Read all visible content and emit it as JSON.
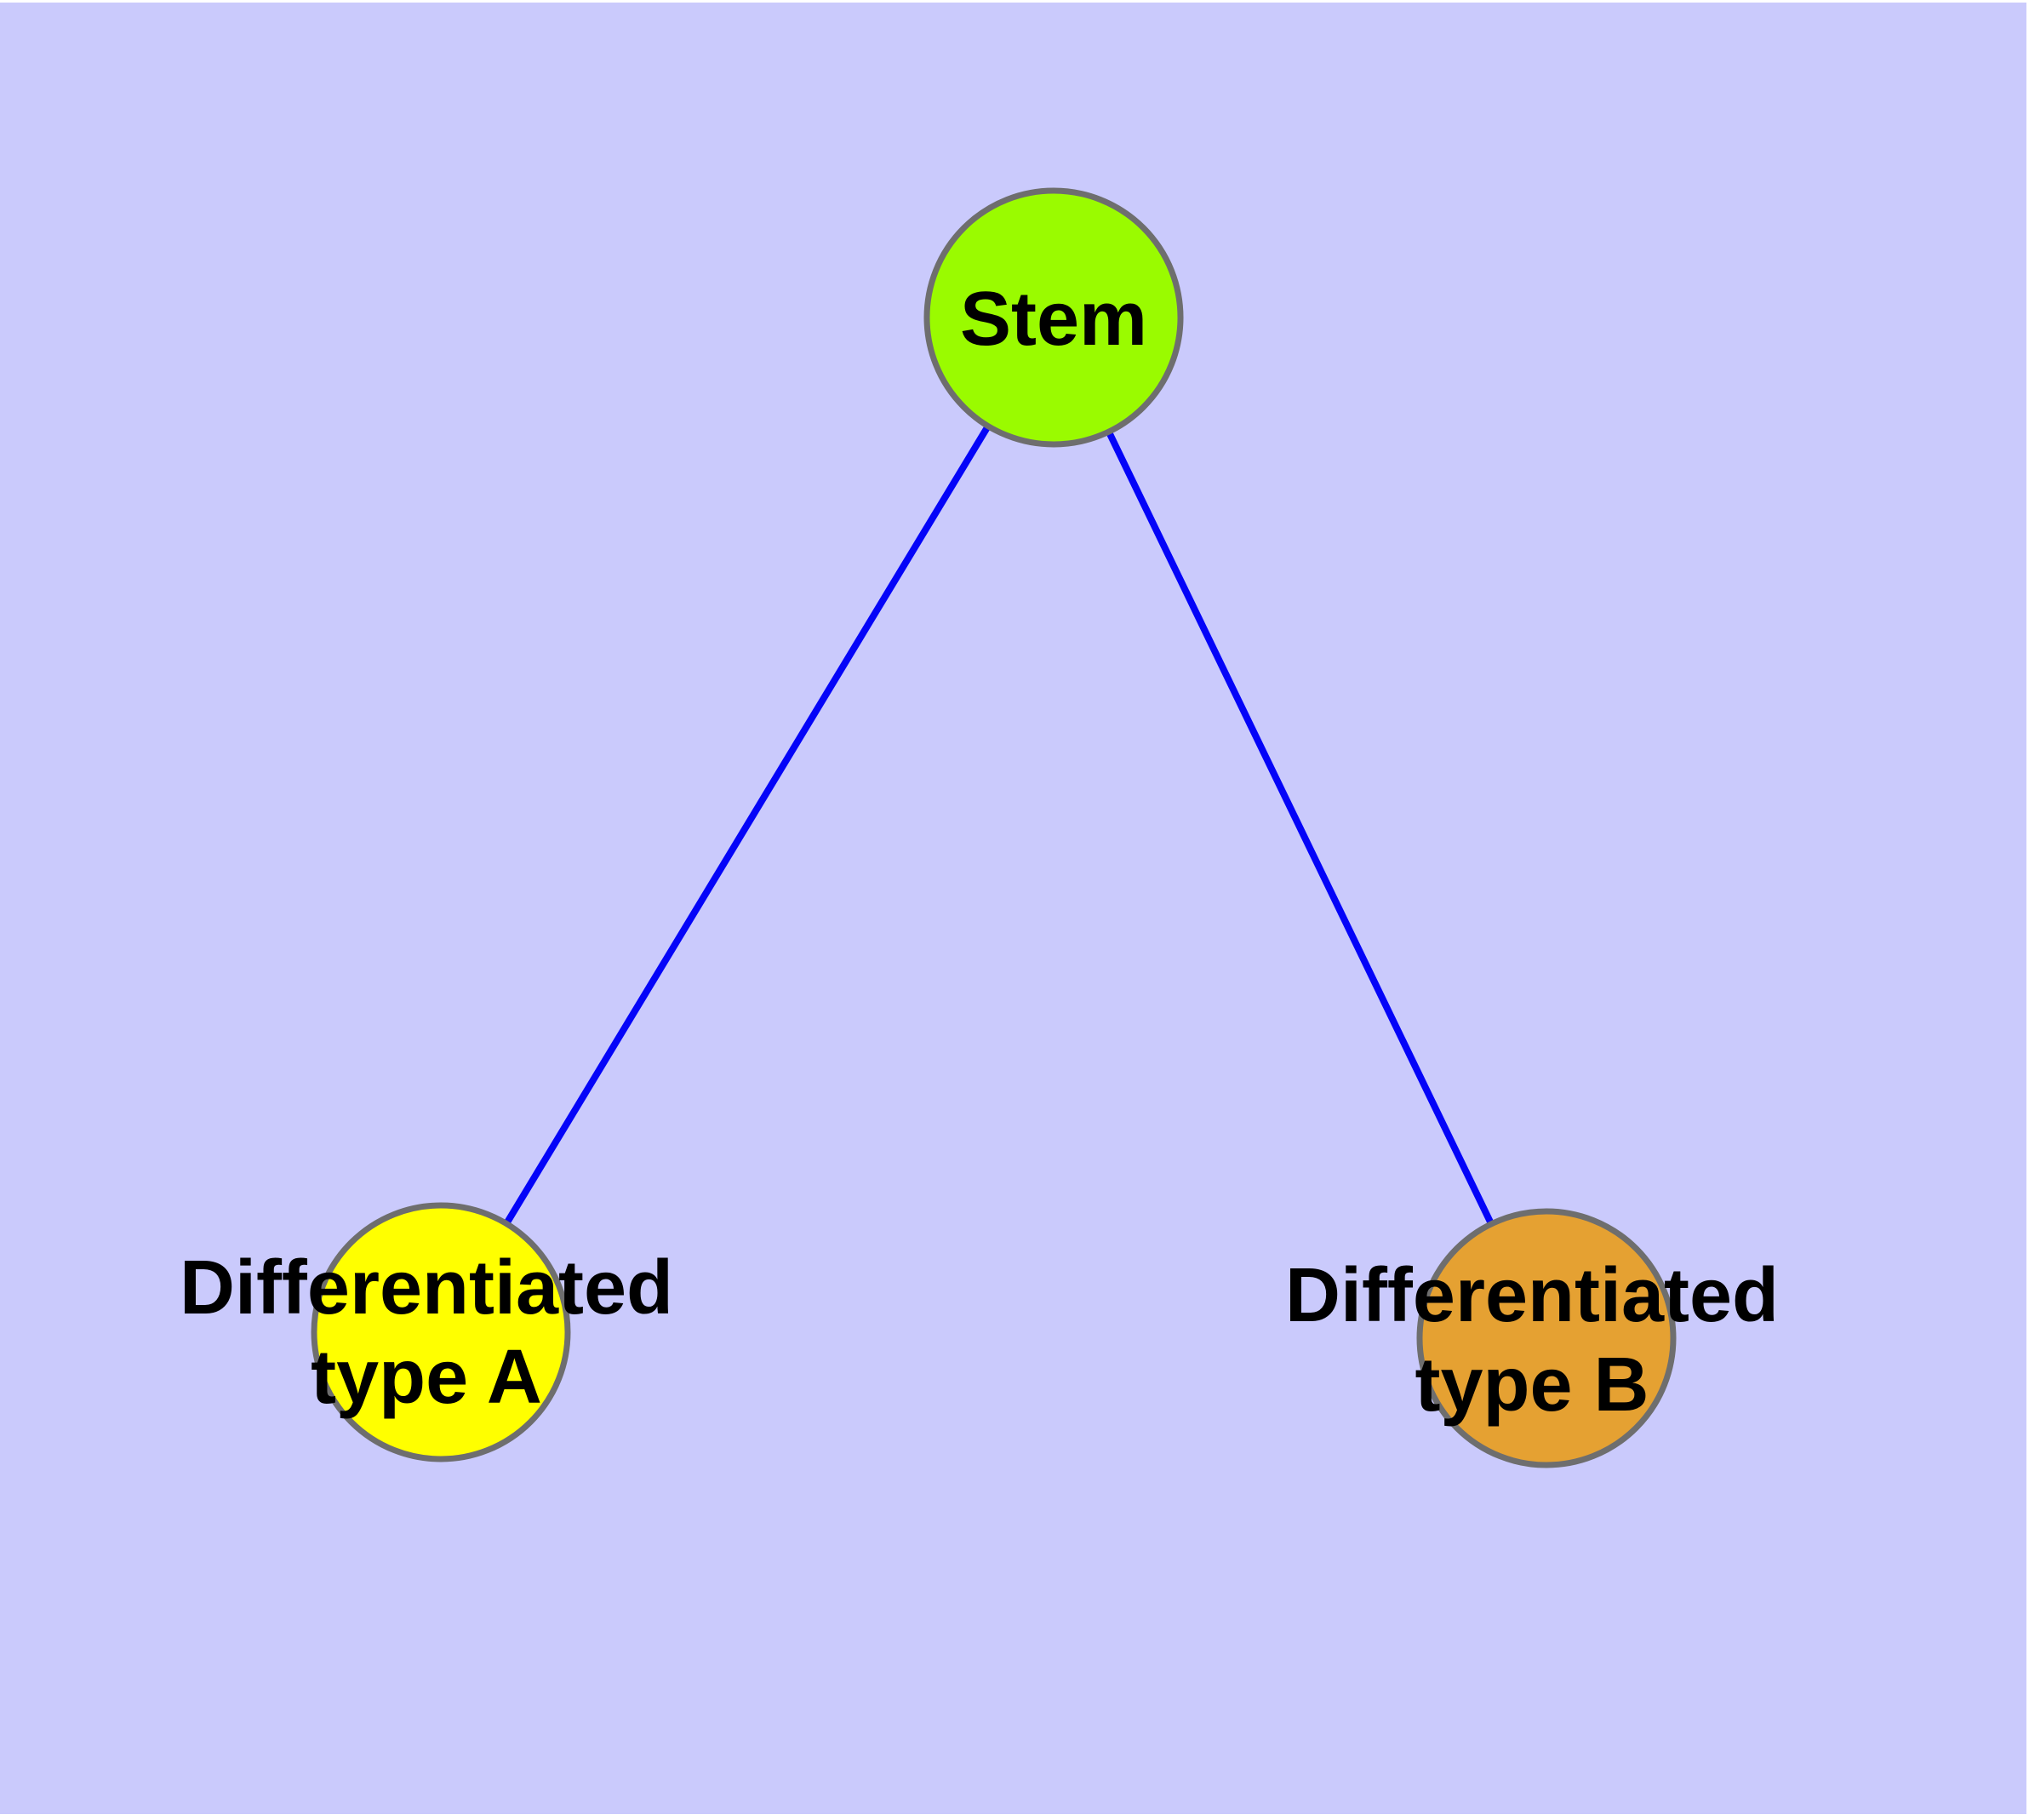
{
  "figure": {
    "type": "node-link-graph",
    "background_color": "#CACAFC",
    "page_margin_color": "#FFFFFF",
    "edge_color": "#0404F8",
    "edge_width": "8",
    "node_border_color": "#6E6E6E",
    "node_border_width": "7",
    "label_color": "#000000"
  },
  "nodes": {
    "stem": {
      "label": "Stem",
      "fill": "#9AFB00"
    },
    "type_a": {
      "label_line1": "Differentiated",
      "label_line2": "type A",
      "fill": "#FFFF00"
    },
    "type_b": {
      "label_line1": "Differentiated",
      "label_line2": "type B",
      "fill": "#E5A132"
    }
  },
  "edges": [
    {
      "from": "Stem",
      "to": "Differentiated type A"
    },
    {
      "from": "Stem",
      "to": "Differentiated type B"
    }
  ]
}
